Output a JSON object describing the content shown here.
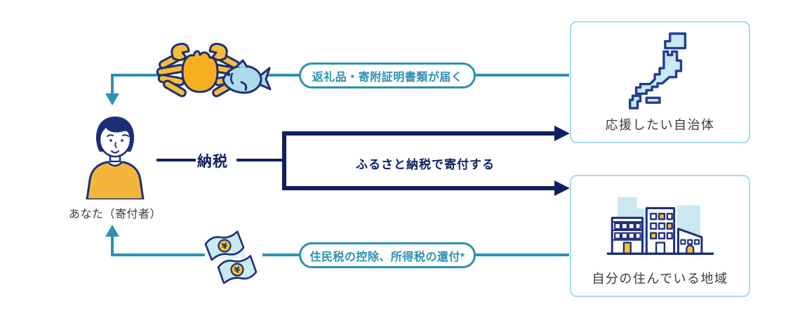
{
  "diagram_title": "furusato-tax-flow",
  "nodes": {
    "donor": {
      "label": "あなた（寄付者）",
      "icon": "person-icon"
    },
    "municipality": {
      "label": "応援したい自治体",
      "icon": "japan-map-icon"
    },
    "home_area": {
      "label": "自分の住んでいる地域",
      "icon": "city-buildings-icon"
    }
  },
  "flows": {
    "donate": {
      "tax_label": "納税",
      "label": "ふるさと納税で寄付する"
    },
    "gift": {
      "label": "返礼品・寄附証明書類が届く",
      "icons": [
        "crab-icon",
        "fish-icon"
      ]
    },
    "refund": {
      "label": "住民税の控除、所得税の還付*",
      "icons": [
        "money-bills-icon"
      ]
    }
  },
  "colors": {
    "teal_accent": "#2C91B2",
    "navy_arrow": "#0E2063",
    "illustration_outline": "#1D2E79",
    "yellow": "#F4B63A",
    "light_blue_fill": "#C9E9F4",
    "box_border": "#A6DAEE",
    "label_text": "#3A3A3A",
    "background": "#FFFFFF"
  }
}
